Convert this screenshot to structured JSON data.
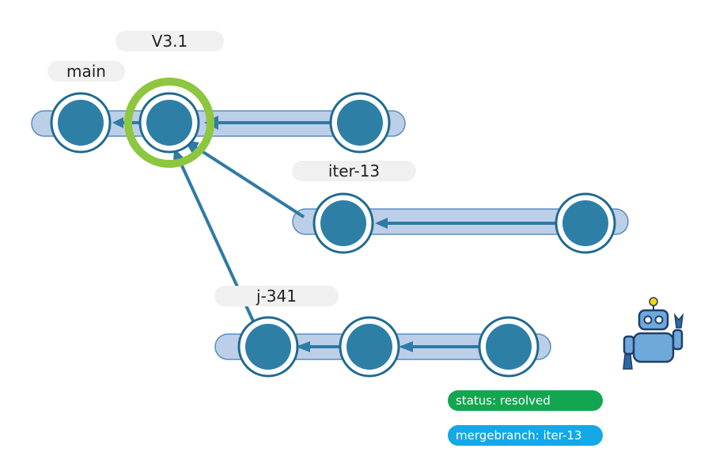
{
  "labels": {
    "tag_main": "main",
    "tag_v31": "V3.1",
    "tag_iter": "iter-13",
    "tag_j341": "j-341"
  },
  "status": {
    "status_text": "status: resolved",
    "mergebranch_text": "mergebranch: iter-13"
  },
  "colors": {
    "node_fill": "#2e7fa6",
    "node_ring": "#1f6a8f",
    "lane_fill": "#bccfe8",
    "lane_stroke": "#5c8bc0",
    "arrow": "#2f7aa6",
    "highlight": "#8dc63f",
    "status_green": "#12a650",
    "status_blue": "#14a8e6",
    "tag_bg": "#f0f0f0"
  },
  "icons": {
    "robot": "robot-icon"
  }
}
